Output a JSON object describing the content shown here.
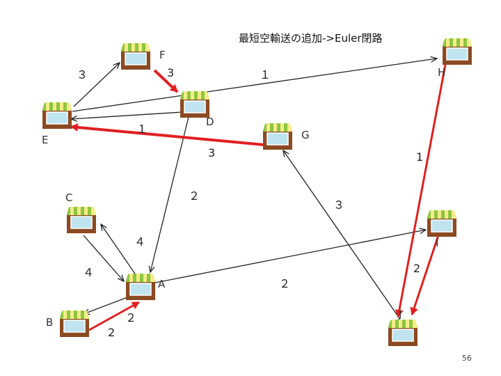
{
  "title": "最短空輸送の追加->Euler閉路",
  "page_number": "56",
  "colors": {
    "edge": "#222222",
    "highlight": "#e02020",
    "awning_green": "#8dc63f",
    "awning_yellow": "#f4ec8a",
    "shop_brown": "#8b4a22",
    "window": "#bfe4ef"
  },
  "nodes": [
    {
      "id": "F",
      "label": "F"
    },
    {
      "id": "D",
      "label": "D"
    },
    {
      "id": "E",
      "label": "E"
    },
    {
      "id": "G",
      "label": "G"
    },
    {
      "id": "H",
      "label": "H"
    },
    {
      "id": "C",
      "label": "C"
    },
    {
      "id": "I",
      "label": "I"
    },
    {
      "id": "A",
      "label": "A"
    },
    {
      "id": "B",
      "label": "B"
    },
    {
      "id": "J",
      "label": "J"
    }
  ],
  "edge_labels": [
    {
      "id": "w-EF",
      "text": "３"
    },
    {
      "id": "w-FD",
      "text": "3"
    },
    {
      "id": "w-EH",
      "text": "１"
    },
    {
      "id": "w-DE",
      "text": "１"
    },
    {
      "id": "w-GE",
      "text": "3"
    },
    {
      "id": "w-HJ",
      "text": "1"
    },
    {
      "id": "w-DA",
      "text": "２"
    },
    {
      "id": "w-GJ",
      "text": "３"
    },
    {
      "id": "w-AC",
      "text": "４"
    },
    {
      "id": "w-CA",
      "text": "４"
    },
    {
      "id": "w-AI",
      "text": "２"
    },
    {
      "id": "w-IJ",
      "text": "2"
    },
    {
      "id": "w-AB",
      "text": "２"
    },
    {
      "id": "w-BA",
      "text": "2"
    }
  ]
}
